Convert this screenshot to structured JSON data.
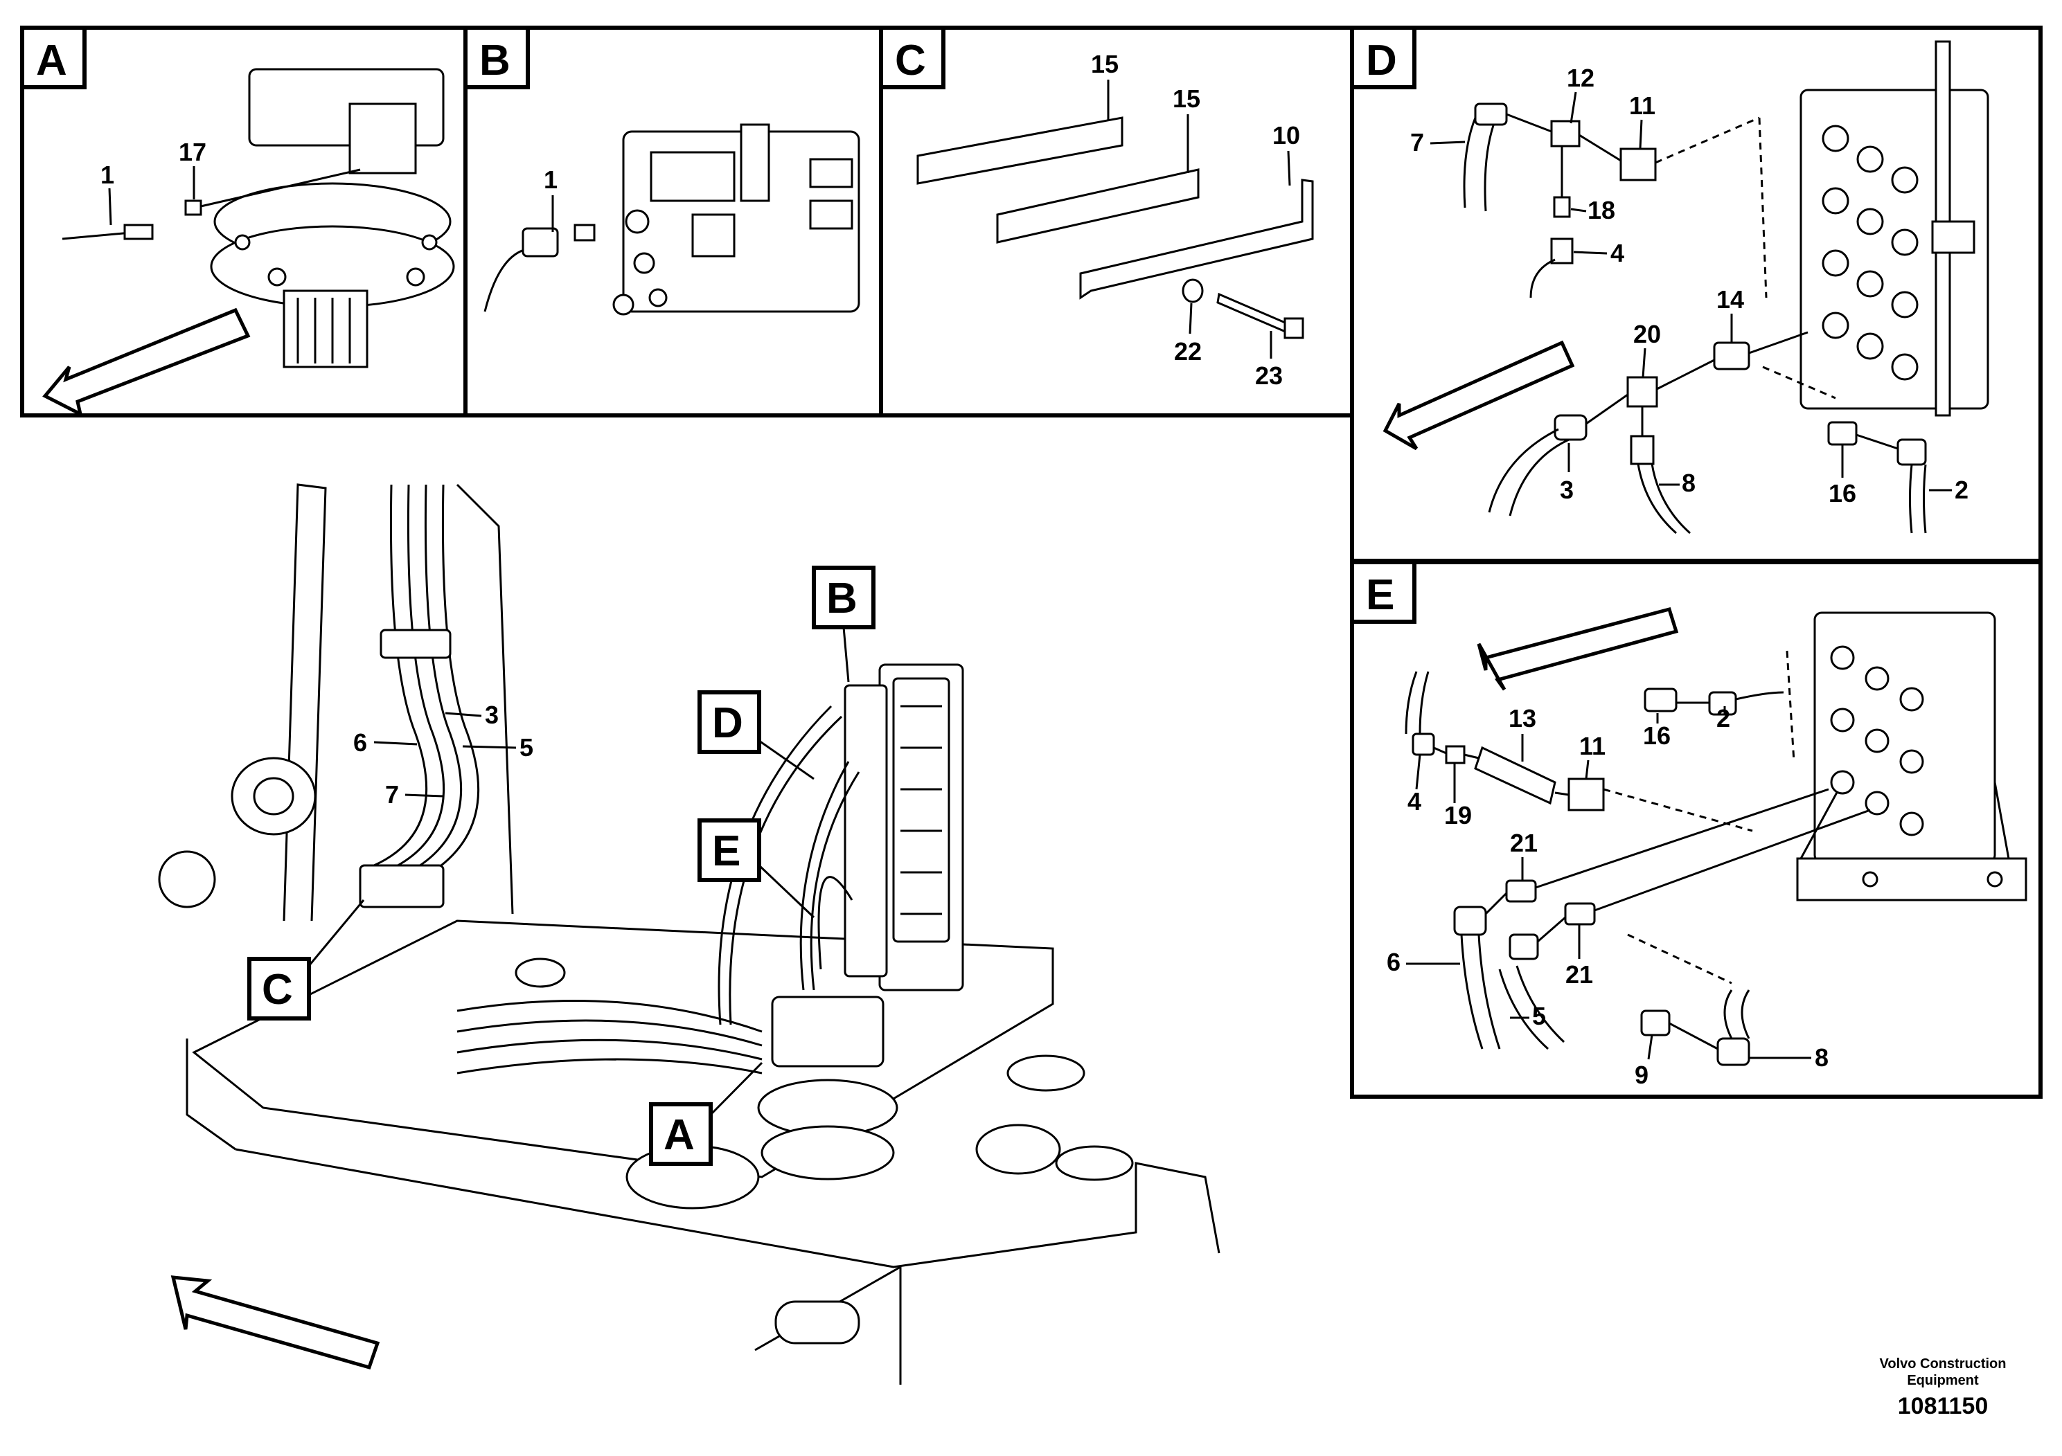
{
  "detail_tags": {
    "a": "A",
    "b": "B",
    "c": "C",
    "d": "D",
    "e": "E"
  },
  "callouts": {
    "a": {
      "hose": "1",
      "adapter": "17"
    },
    "b": {
      "hose": "1"
    },
    "c": {
      "clamp_outer": "15",
      "clamp_inner": "15",
      "plate": "10",
      "washer": "22",
      "bolt": "23"
    },
    "d": {
      "hose_top": "7",
      "tee": "12",
      "elbow": "11",
      "nipple": "18",
      "elbow_lower": "4",
      "coupling": "14",
      "tee_mid": "20",
      "hose_left": "3",
      "hose_mid": "8",
      "elbow_right": "16",
      "hose_right": "2"
    },
    "e": {
      "elbow_top": "16",
      "hose_top": "2",
      "hose_left": "4",
      "nipple": "19",
      "filter": "13",
      "elbow": "11",
      "adapter_a": "21",
      "adapter_b": "21",
      "hose_low_left": "6",
      "hose_low": "5",
      "elbow_bottom": "9",
      "hose_bottom": "8"
    },
    "main": {
      "hose_3": "3",
      "hose_6": "6",
      "hose_5": "5",
      "hose_7": "7"
    }
  },
  "footer": {
    "company_line1": "Volvo Construction",
    "company_line2": "Equipment",
    "doc_number": "1081150"
  }
}
